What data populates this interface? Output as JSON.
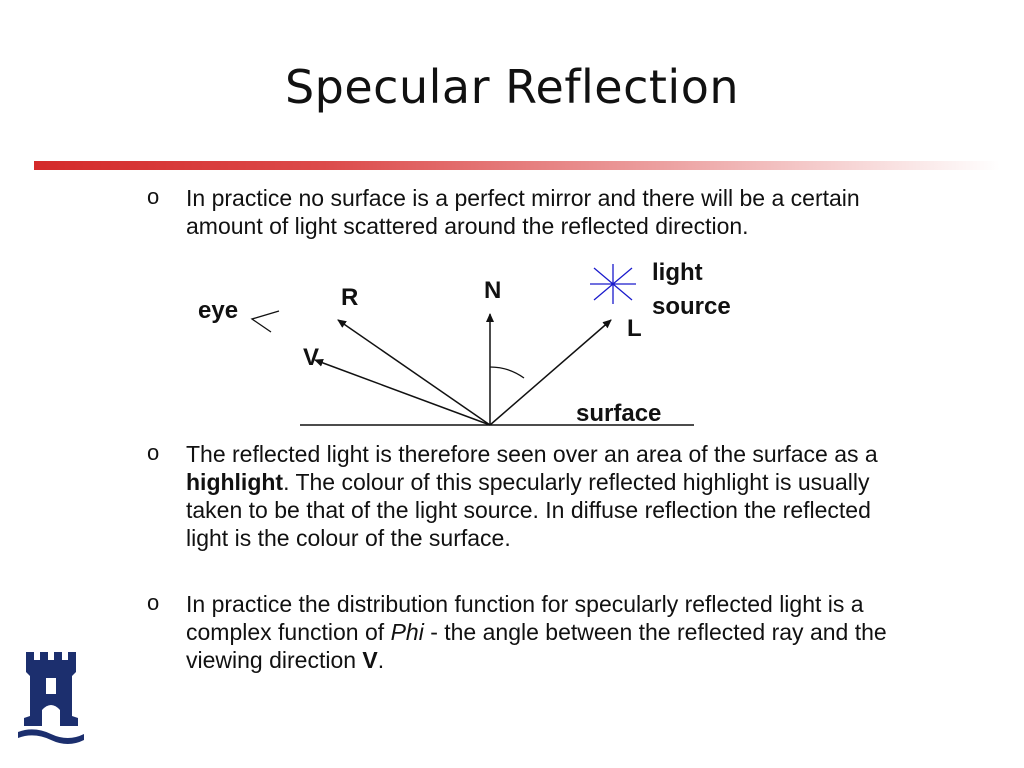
{
  "slide": {
    "title": "Specular Reflection",
    "bullets": [
      {
        "marker": "o",
        "text": "In practice no surface is a perfect mirror and there will be a certain amount of light scattered around the reflected direction."
      },
      {
        "marker": "o",
        "parts": {
          "a": "The reflected light is therefore seen over an area of the surface as a ",
          "b": "highlight",
          "c": ". The colour of this specularly reflected highlight is usually taken to be that of the light source. In diffuse reflection the reflected light is the colour of the surface."
        }
      },
      {
        "marker": "o",
        "parts": {
          "a": "In practice the distribution function for specularly reflected light is a complex function of ",
          "b": "Phi",
          "c": " - the angle between the reflected ray and the viewing direction ",
          "d": "V",
          "e": "."
        }
      }
    ],
    "diagram": {
      "labels": {
        "eye": "eye",
        "R": "R",
        "N": "N",
        "V": "V",
        "L": "L",
        "light_line1": "light",
        "light_line2": "source",
        "surface": "surface"
      },
      "colors": {
        "light_source": "#1a1acc",
        "lines": "#111111"
      }
    },
    "logo_icon": "university-castle-logo-icon",
    "accent_color": "#d42a2a"
  }
}
